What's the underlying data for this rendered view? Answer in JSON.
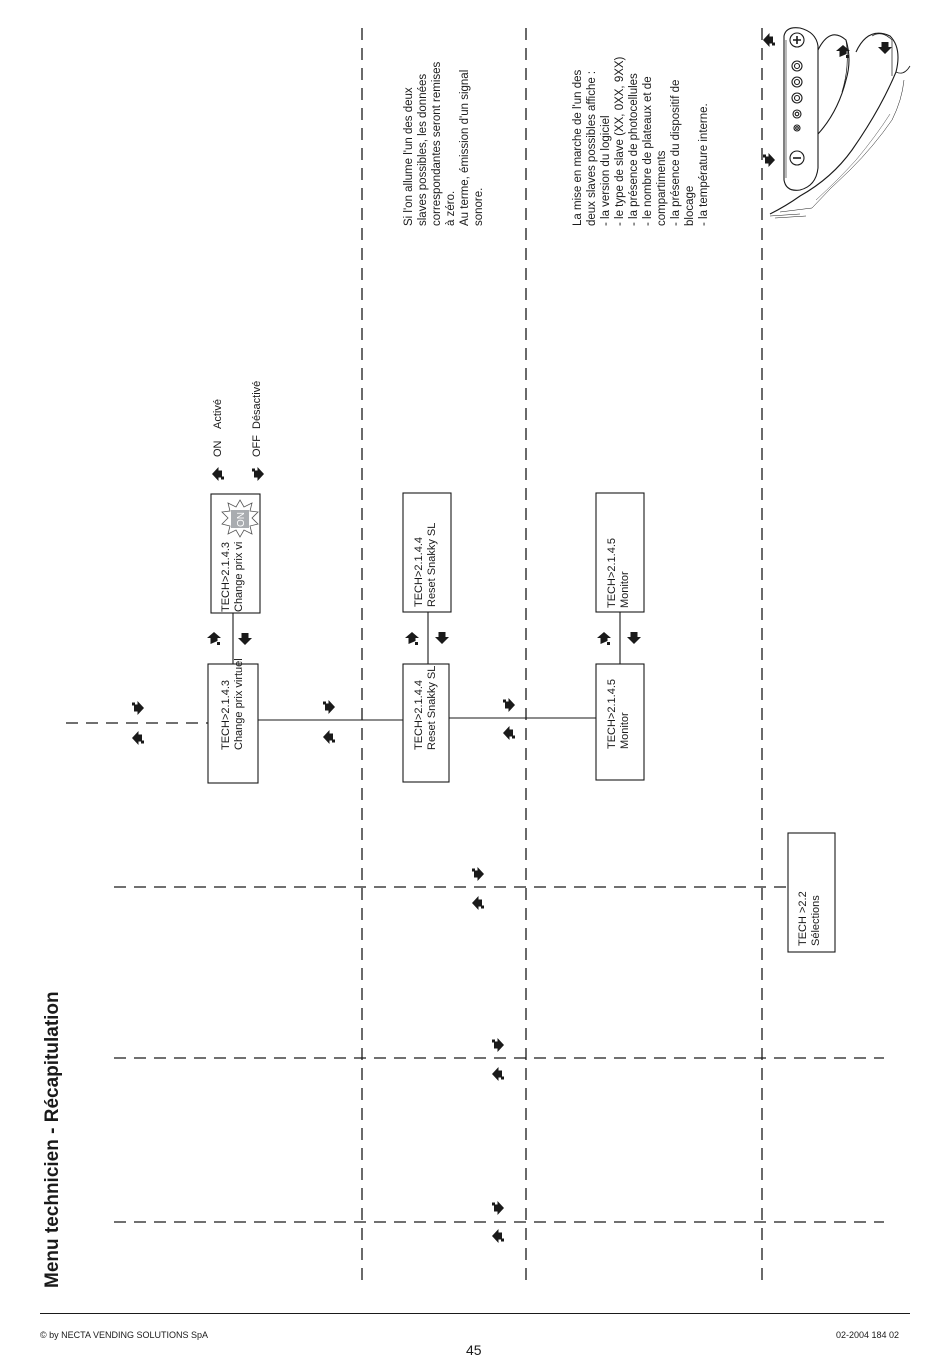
{
  "page": {
    "title": "Menu technicien - Récapitulation",
    "copyright": "© by NECTA VENDING SOLUTIONS SpA",
    "page_number": "45",
    "doc_code": "02-2004 184 02"
  },
  "boxes": {
    "change_prix": {
      "line1": "TECH>2.1.4.3",
      "line2": "Change prix virtuel"
    },
    "change_prix_sub": {
      "line1": "TECH>2.1.4.3",
      "line2": "Change prix vi"
    },
    "reset": {
      "line1": "TECH>2.1.4.4",
      "line2": "Reset Snakky SL"
    },
    "reset_sub": {
      "line1": "TECH>2.1.4.4",
      "line2": "Reset Snakky SL"
    },
    "monitor": {
      "line1": "TECH>2.1.4.5",
      "line2": "Monitor"
    },
    "monitor_sub": {
      "line1": "TECH>2.1.4.5",
      "line2": "Monitor"
    },
    "selections": {
      "line1": "TECH >2.2",
      "line2": "Sélections"
    }
  },
  "badge": {
    "text": "ON"
  },
  "options": {
    "on": {
      "code": "ON",
      "label": "Activé"
    },
    "off": {
      "code": "OFF",
      "label": "Désactivé"
    }
  },
  "notes": {
    "reset": [
      "Si l'on allume l'un des deux",
      "slaves possibles, les données",
      "correspondantes seront remises",
      "à zéro.",
      "Au terme, émission d'un signal",
      "sonore."
    ],
    "monitor": [
      "La mise en marche de l'un des",
      "deux slaves possibles affiche :",
      "- la version du logiciel",
      "- le type de slave (XX, 0XX, 9XX)",
      "- la présence de photocellules",
      "- le nombre de plateaux et de",
      "compartiments",
      "- la présence du dispositif de",
      "blocage",
      "- la température interne."
    ]
  },
  "icons": [
    "arrow-right-icon",
    "arrow-left-icon",
    "arrow-up-bent-icon",
    "arrow-down-icon",
    "keypad-illustration"
  ]
}
